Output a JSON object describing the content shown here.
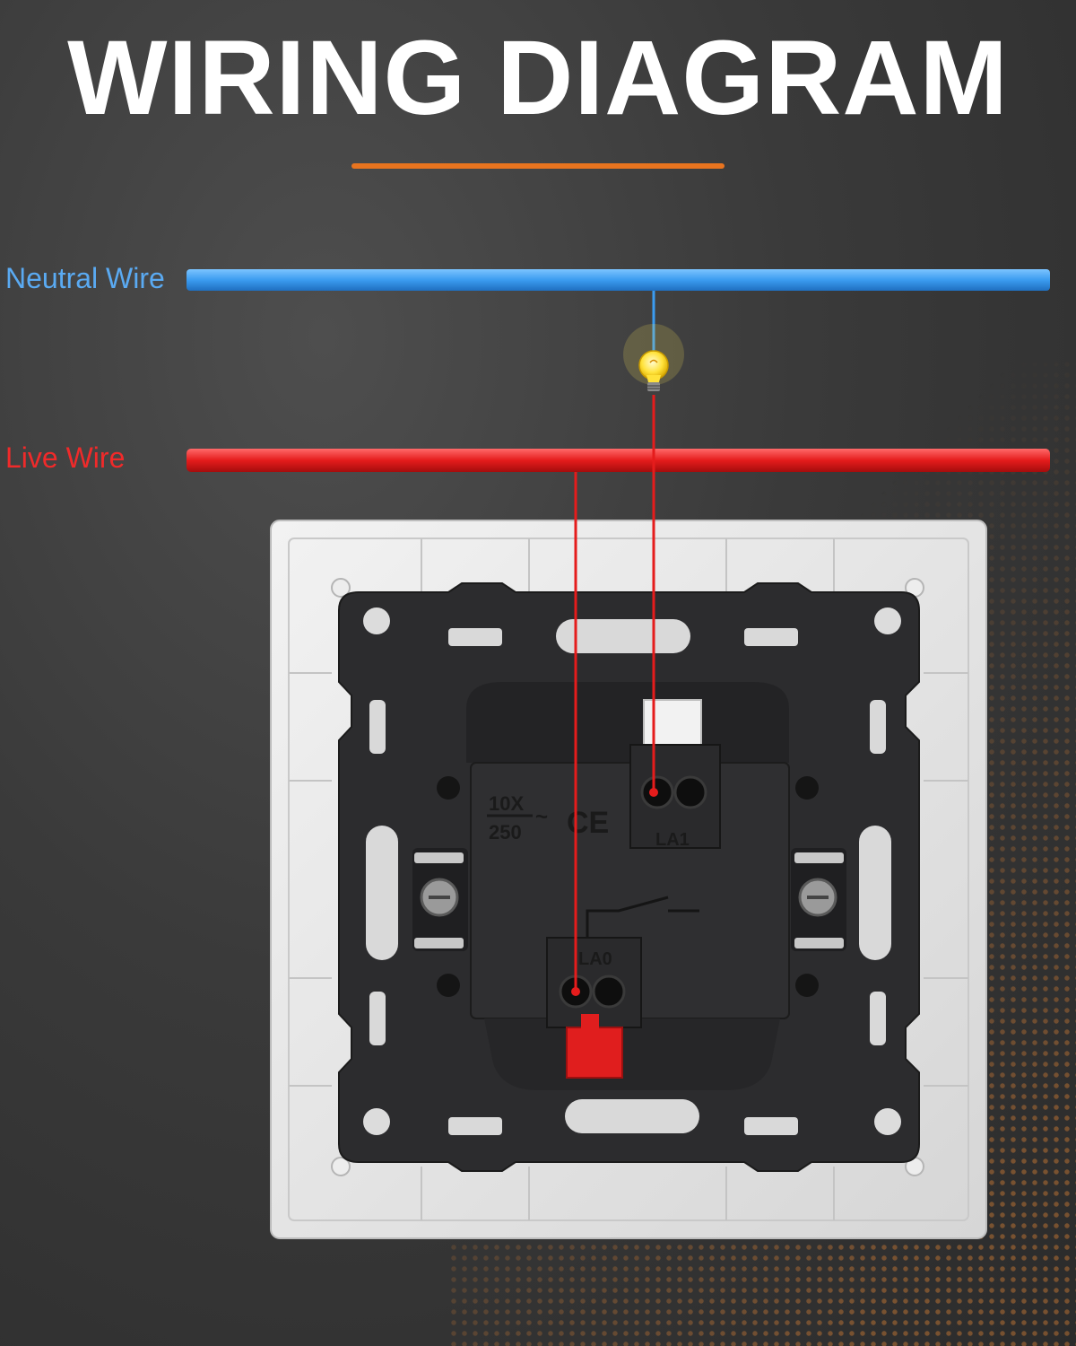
{
  "title": "WIRING DIAGRAM",
  "wires": {
    "neutral_label": "Neutral Wire",
    "live_label": "Live Wire"
  },
  "switch": {
    "rating_current": "10X",
    "rating_voltage": "250",
    "rating_symbol": "~",
    "certification": "CE",
    "terminal_top": "LA1",
    "terminal_bottom": "LA0"
  },
  "colors": {
    "neutral": "#3b9cf0",
    "live": "#e51c1c",
    "accent": "#e8741f"
  },
  "icons": [
    "light-bulb-icon"
  ]
}
